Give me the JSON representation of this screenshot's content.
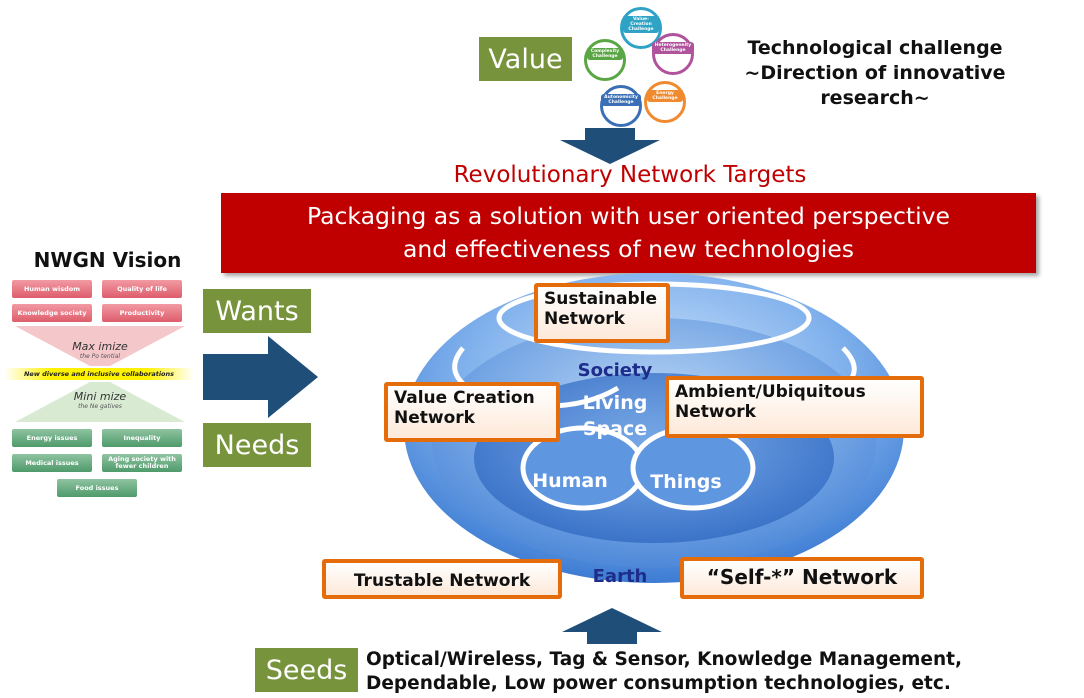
{
  "top": {
    "value_label": "Value",
    "challenge_text": [
      "Technological challenge",
      "~Direction of innovative",
      "research~"
    ],
    "challenges": [
      {
        "title": "Value-Creation Challenge",
        "color": "#2ea3c6"
      },
      {
        "title": "Heterogeneity Challenge",
        "color": "#b0539c"
      },
      {
        "title": "Energy Challenge",
        "color": "#f08a2e"
      },
      {
        "title": "Autonomicity Challenge",
        "color": "#3a6fb5"
      },
      {
        "title": "Complexity Challenge",
        "color": "#5aa544"
      }
    ]
  },
  "targets_title": "Revolutionary Network Targets",
  "banner": [
    "Packaging as a solution with user oriented perspective",
    "and effectiveness of new technologies"
  ],
  "vision": {
    "title": "NWGN Vision",
    "top_boxes": [
      "Human wisdom",
      "Quality of life",
      "Knowledge society",
      "Productivity"
    ],
    "maximize": "Max imize",
    "maximize_sub": "the Po tential",
    "collab": "New diverse and inclusive collaborations",
    "minimize": "Mini mize",
    "minimize_sub": "the Ne gatives",
    "bottom_boxes": [
      "Energy issues",
      "Inequality",
      "Medical issues",
      "Aging society with fewer children",
      "Food issues"
    ]
  },
  "wants_label": "Wants",
  "needs_label": "Needs",
  "seeds_label": "Seeds",
  "seeds_text": [
    "Optical/Wireless, Tag & Sensor, Knowledge Management,",
    "Dependable, Low power consumption technologies, etc."
  ],
  "globe": {
    "society": "Society",
    "living": "Living",
    "space": "Space",
    "human": "Human",
    "things": "Things",
    "earth": "Earth"
  },
  "networks": {
    "sustainable": [
      "Sustainable",
      "Network"
    ],
    "value_creation": [
      "Value Creation",
      "Network"
    ],
    "ambient": [
      "Ambient/Ubiquitous",
      "Network"
    ],
    "trustable": "Trustable Network",
    "self": "“Self-*” Network"
  }
}
